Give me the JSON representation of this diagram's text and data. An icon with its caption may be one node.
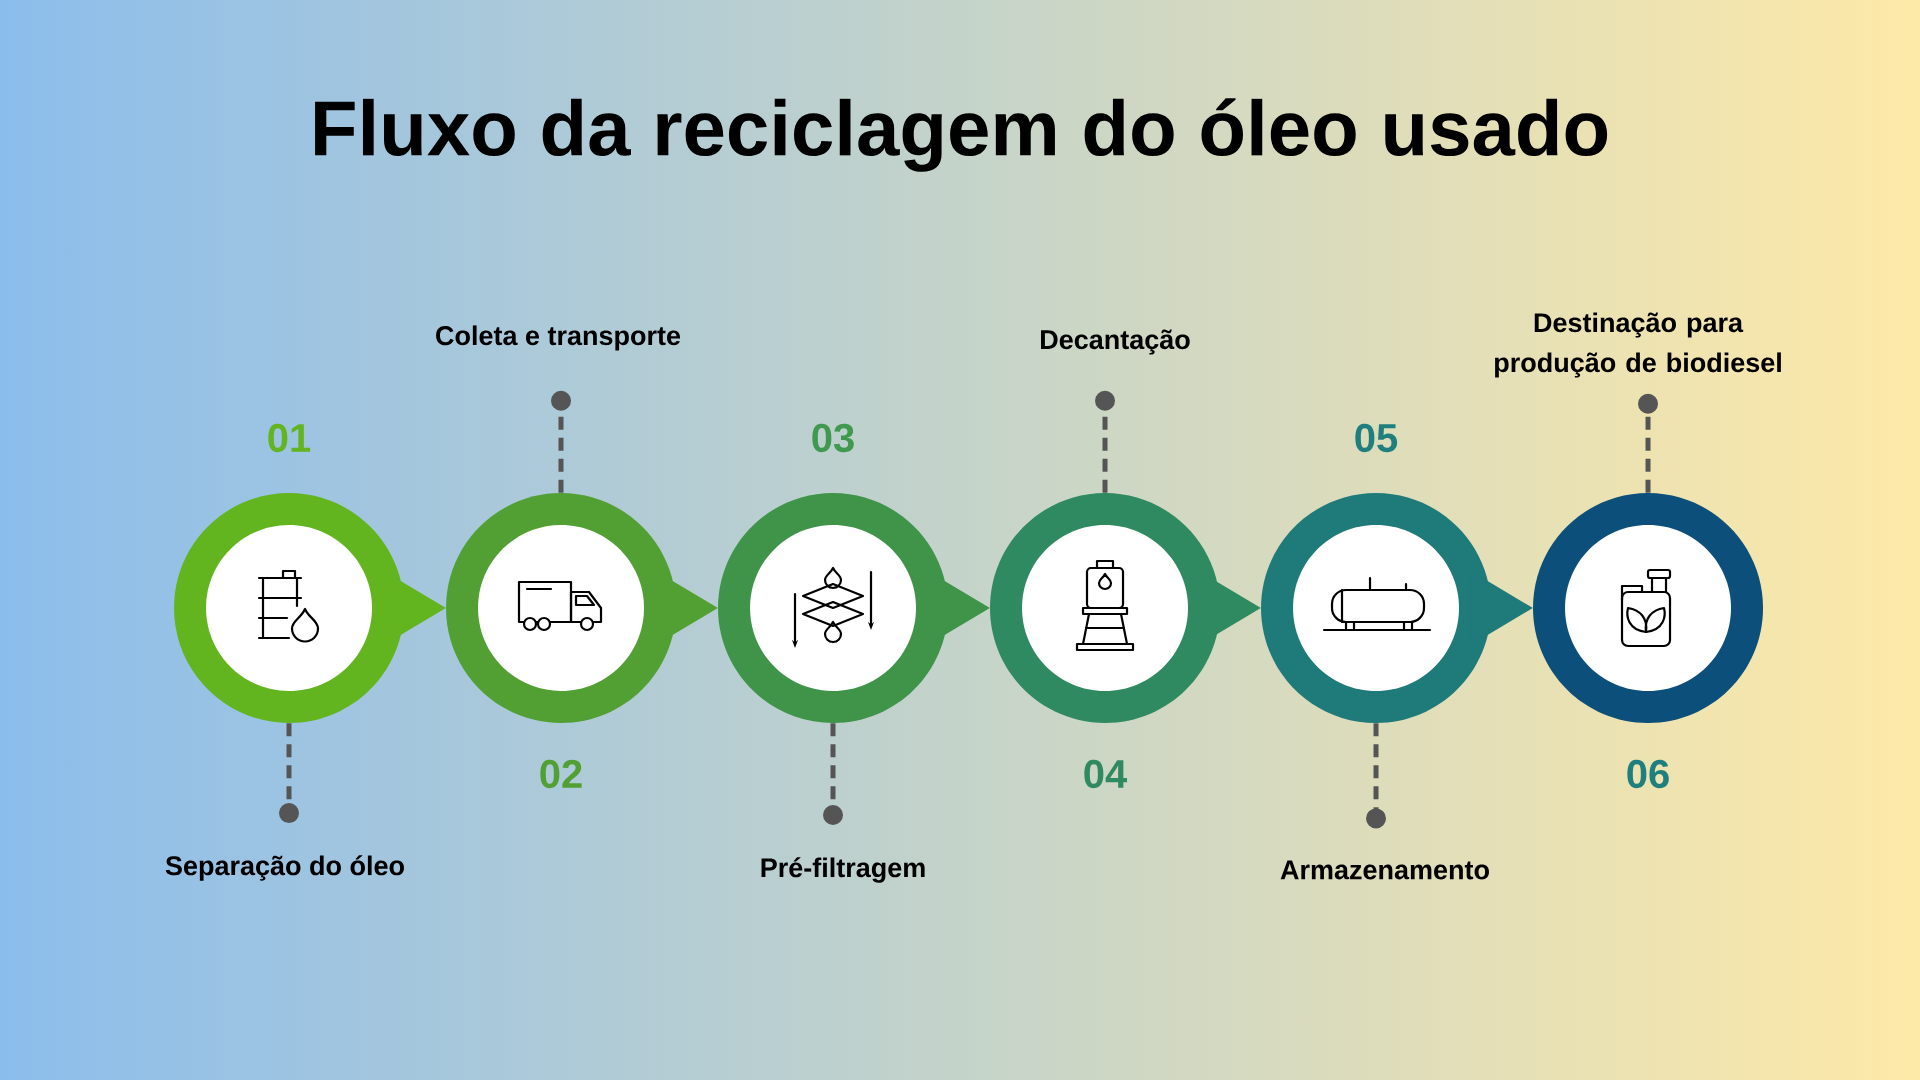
{
  "diagram": {
    "title": "Fluxo da reciclagem do óleo usado",
    "nodes": [
      {
        "text": [
          "01"
        ]
      },
      {
        "text": [
          "02"
        ]
      },
      {
        "text": [
          "03"
        ]
      },
      {
        "text": [
          "04"
        ]
      },
      {
        "text": [
          "05"
        ]
      },
      {
        "text": [
          "06"
        ]
      },
      {
        "text": [
          "Separação do óleo"
        ]
      },
      {
        "text": [
          "Coleta e transporte"
        ]
      },
      {
        "text": [
          "Pré-filtragem"
        ]
      },
      {
        "text": [
          "Decantação"
        ]
      },
      {
        "text": [
          "Armazenamento"
        ]
      },
      {
        "text": [
          "Destinação para produção de biodiesel"
        ]
      }
    ],
    "edges": [
      {
        "from": 0,
        "to": 1,
        "arrow": "to"
      },
      {
        "from": 1,
        "to": 2,
        "arrow": "to"
      },
      {
        "from": 2,
        "to": 3,
        "arrow": "to"
      },
      {
        "from": 3,
        "to": 4,
        "arrow": "to"
      },
      {
        "from": 4,
        "to": 5,
        "arrow": "to"
      },
      {
        "from": 0,
        "to": 6,
        "arrow": "other",
        "style": "dashed"
      },
      {
        "from": 1,
        "to": 7,
        "arrow": "other",
        "style": "dashed"
      },
      {
        "from": 2,
        "to": 8,
        "arrow": "other",
        "style": "dashed"
      },
      {
        "from": 3,
        "to": 9,
        "arrow": "other",
        "style": "dashed"
      },
      {
        "from": 4,
        "to": 10,
        "arrow": "other",
        "style": "dashed"
      },
      {
        "from": 5,
        "to": 11,
        "arrow": "other",
        "style": "dashed"
      }
    ]
  }
}
